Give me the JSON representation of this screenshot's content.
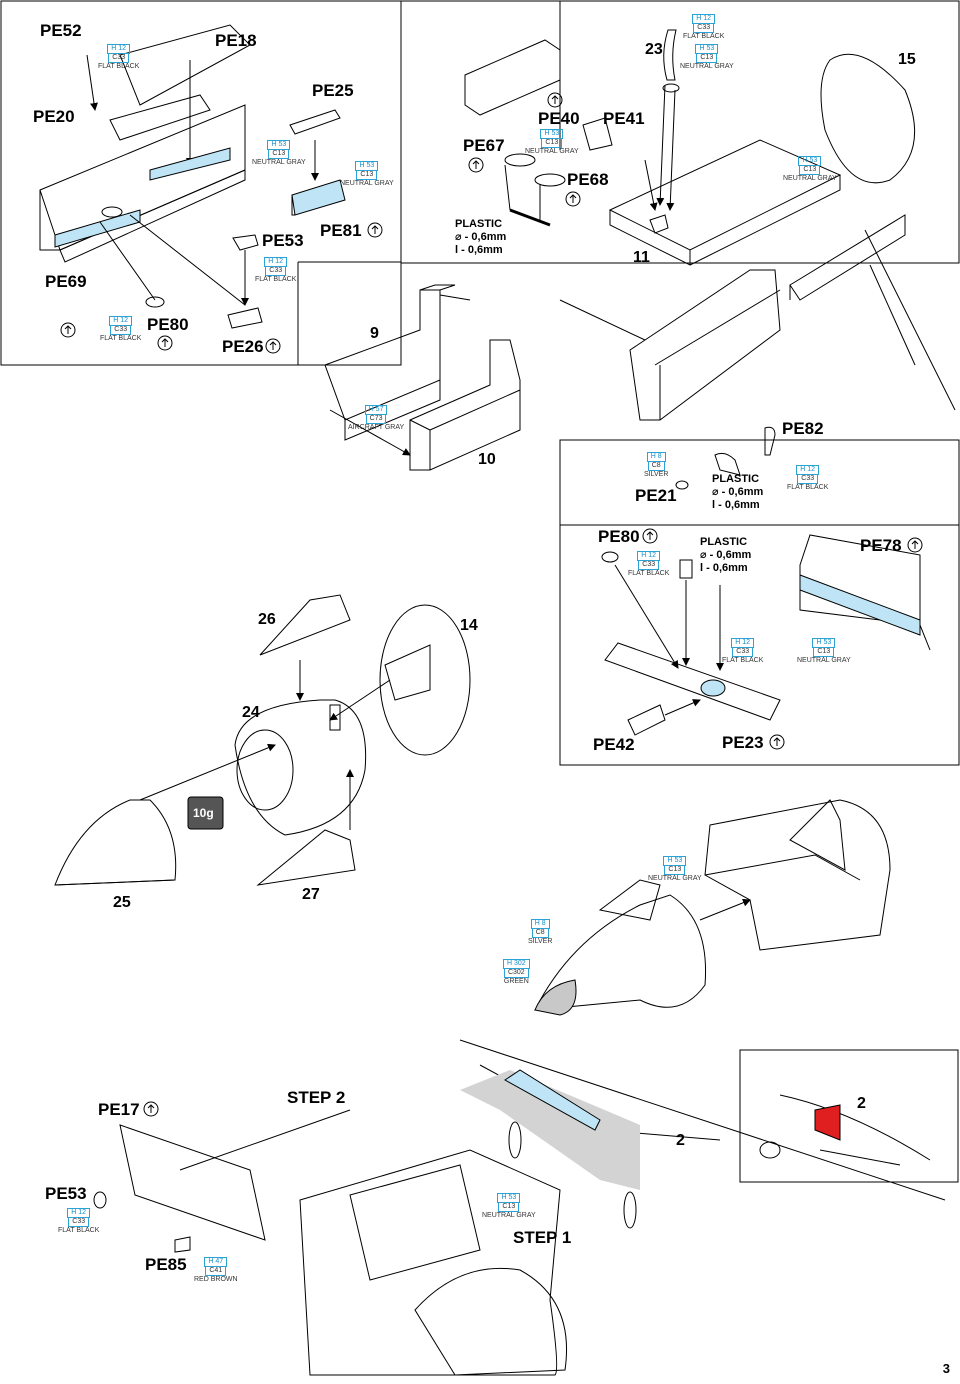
{
  "page_number": "3",
  "steps": [
    "STEP 2",
    "STEP 1"
  ],
  "step_numbers": [
    "9",
    "10",
    "11",
    "14",
    "15",
    "23",
    "24",
    "25",
    "26",
    "27",
    "2",
    "2"
  ],
  "parts": [
    "PE52",
    "PE18",
    "PE25",
    "PE20",
    "PE53",
    "PE81",
    "PE69",
    "PE80",
    "PE26",
    "PE67",
    "PE40",
    "PE41",
    "PE68",
    "PE82",
    "PE21",
    "PE80",
    "PE78",
    "PE42",
    "PE23",
    "PE17",
    "PE53",
    "PE85"
  ],
  "plastic_notes": [
    "PLASTIC\n⌀ - 0,6mm\nl - 0,6mm",
    "PLASTIC\n⌀ - 0,6mm\nl - 0,6mm",
    "PLASTIC\n⌀ - 0,6mm\nl - 0,6mm"
  ],
  "weight_label": "10g",
  "paints": [
    {
      "h": "H 12",
      "c": "C33",
      "name": "FLAT BLACK"
    },
    {
      "h": "H 53",
      "c": "C13",
      "name": "NEUTRAL GRAY"
    },
    {
      "h": "H 53",
      "c": "C13",
      "name": "NEUTRAL GRAY"
    },
    {
      "h": "H 12",
      "c": "C33",
      "name": "FLAT BLACK"
    },
    {
      "h": "H 12",
      "c": "C33",
      "name": "FLAT BLACK"
    },
    {
      "h": "H 53",
      "c": "C13",
      "name": "NEUTRAL GRAY"
    },
    {
      "h": "H 12",
      "c": "C33",
      "name": "FLAT BLACK"
    },
    {
      "h": "H 53",
      "c": "C13",
      "name": "NEUTRAL GRAY"
    },
    {
      "h": "H 53",
      "c": "C13",
      "name": "NEUTRAL GRAY"
    },
    {
      "h": "H 57",
      "c": "C73",
      "name": "AIRCRAFT GRAY"
    },
    {
      "h": "H 8",
      "c": "C8",
      "name": "SILVER"
    },
    {
      "h": "H 12",
      "c": "C33",
      "name": "FLAT BLACK"
    },
    {
      "h": "H 12",
      "c": "C33",
      "name": "FLAT BLACK"
    },
    {
      "h": "H 12",
      "c": "C33",
      "name": "FLAT BLACK"
    },
    {
      "h": "H 53",
      "c": "C13",
      "name": "NEUTRAL GRAY"
    },
    {
      "h": "H 53",
      "c": "C13",
      "name": "NEUTRAL GRAY"
    },
    {
      "h": "H 8",
      "c": "C8",
      "name": "SILVER"
    },
    {
      "h": "H 302",
      "c": "C302",
      "name": "GREEN"
    },
    {
      "h": "H 12",
      "c": "C33",
      "name": "FLAT BLACK"
    },
    {
      "h": "H 47",
      "c": "C41",
      "name": "RED BROWN"
    },
    {
      "h": "H 53",
      "c": "C13",
      "name": "NEUTRAL GRAY"
    }
  ],
  "colors": {
    "accent_blue": "#2aa3d6",
    "highlight_blue": "#bfe4f5",
    "red": "#e02020",
    "gray_fill": "#c8c8c8",
    "line": "#000000"
  }
}
